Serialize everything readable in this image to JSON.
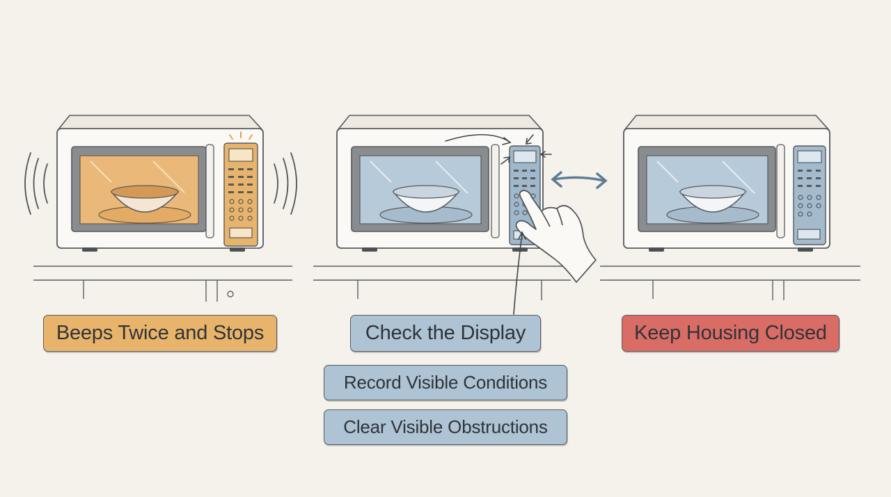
{
  "labels": {
    "beeps": "Beeps Twice and Stops",
    "check_display": "Check the Display",
    "record": "Record Visible Conditions",
    "clear": "Clear Visible Obstructions",
    "keep_closed": "Keep Housing Closed"
  },
  "colors": {
    "background": "#f5f2ec",
    "orange": "#e8b46b",
    "blue": "#aec3d3",
    "red": "#da6c66",
    "outline": "#55595e"
  },
  "icons": [
    "sound-wave-icon",
    "arrow-icon",
    "double-arrow-icon",
    "pointing-hand-icon",
    "sparkle-icon"
  ]
}
